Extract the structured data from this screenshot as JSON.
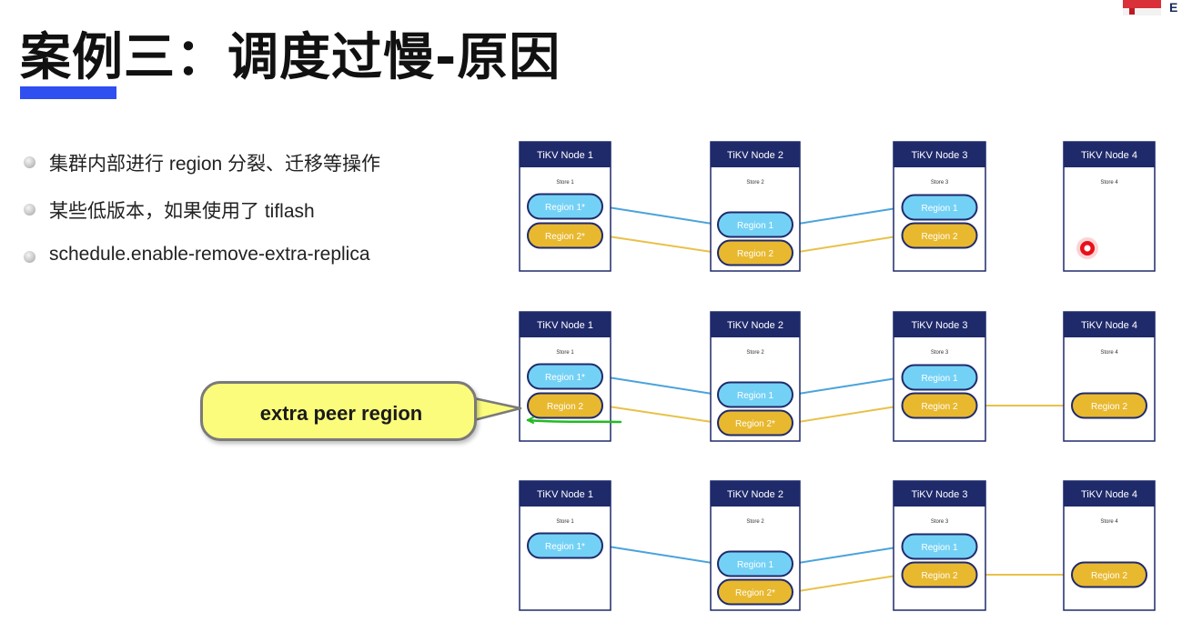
{
  "title": "案例三：调度过慢-原因",
  "bullets": [
    "集群内部进行 region 分裂、迁移等操作",
    "某些低版本，如果使用了 tiflash",
    "schedule.enable-remove-extra-replica"
  ],
  "callout": "extra peer region",
  "corner_letter": "E",
  "colors": {
    "accent_bar": "#2f4ff0",
    "node_header": "#1f2a6b",
    "region_blue": "#74d1f6",
    "region_gold": "#e8b82f",
    "line_blue": "#4aa3db",
    "line_gold": "#e8c14a",
    "callout_fill": "#fbfc7c",
    "marker_red": "#e8101a",
    "underline_green": "#22bb22"
  },
  "diagram": {
    "rows": [
      {
        "nodes": [
          {
            "title": "TiKV Node 1",
            "store": "Store 1",
            "regions": [
              {
                "label": "Region 1*",
                "color": "blue",
                "slot": 0
              },
              {
                "label": "Region 2*",
                "color": "gold",
                "slot": 1
              }
            ]
          },
          {
            "title": "TiKV Node 2",
            "store": "Store 2",
            "regions": [
              {
                "label": "Region 1",
                "color": "blue",
                "slot": 0
              },
              {
                "label": "Region 2",
                "color": "gold",
                "slot": 1
              }
            ]
          },
          {
            "title": "TiKV Node 3",
            "store": "Store 3",
            "regions": [
              {
                "label": "Region 1",
                "color": "blue",
                "slot": 0
              },
              {
                "label": "Region 2",
                "color": "gold",
                "slot": 1
              }
            ]
          },
          {
            "title": "TiKV Node 4",
            "store": "Store 4",
            "regions": []
          }
        ],
        "links": [
          {
            "color": "blue",
            "from": [
              0,
              0
            ],
            "to": [
              1,
              0
            ]
          },
          {
            "color": "blue",
            "from": [
              1,
              0
            ],
            "to": [
              2,
              0
            ]
          },
          {
            "color": "gold",
            "from": [
              0,
              1
            ],
            "to": [
              1,
              1
            ]
          },
          {
            "color": "gold",
            "from": [
              1,
              1
            ],
            "to": [
              2,
              1
            ]
          }
        ],
        "marker": true
      },
      {
        "nodes": [
          {
            "title": "TiKV Node 1",
            "store": "Store 1",
            "regions": [
              {
                "label": "Region 1*",
                "color": "blue",
                "slot": 0
              },
              {
                "label": "Region 2",
                "color": "gold",
                "slot": 1
              }
            ]
          },
          {
            "title": "TiKV Node 2",
            "store": "Store 2",
            "regions": [
              {
                "label": "Region 1",
                "color": "blue",
                "slot": 0
              },
              {
                "label": "Region 2*",
                "color": "gold",
                "slot": 1
              }
            ]
          },
          {
            "title": "TiKV Node 3",
            "store": "Store 3",
            "regions": [
              {
                "label": "Region 1",
                "color": "blue",
                "slot": 0
              },
              {
                "label": "Region 2",
                "color": "gold",
                "slot": 1
              }
            ]
          },
          {
            "title": "TiKV Node 4",
            "store": "Store 4",
            "regions": [
              {
                "label": "Region 2",
                "color": "gold",
                "slot": 1
              }
            ]
          }
        ],
        "links": [
          {
            "color": "blue",
            "from": [
              0,
              0
            ],
            "to": [
              1,
              0
            ]
          },
          {
            "color": "blue",
            "from": [
              1,
              0
            ],
            "to": [
              2,
              0
            ]
          },
          {
            "color": "gold",
            "from": [
              0,
              1
            ],
            "to": [
              1,
              1
            ]
          },
          {
            "color": "gold",
            "from": [
              1,
              1
            ],
            "to": [
              2,
              1
            ]
          },
          {
            "color": "gold",
            "from": [
              2,
              1
            ],
            "to": [
              3,
              1
            ]
          }
        ],
        "marker": false
      },
      {
        "nodes": [
          {
            "title": "TiKV Node 1",
            "store": "Store 1",
            "regions": [
              {
                "label": "Region 1*",
                "color": "blue",
                "slot": 0
              }
            ]
          },
          {
            "title": "TiKV Node 2",
            "store": "Store 2",
            "regions": [
              {
                "label": "Region 1",
                "color": "blue",
                "slot": 0
              },
              {
                "label": "Region 2*",
                "color": "gold",
                "slot": 1
              }
            ]
          },
          {
            "title": "TiKV Node 3",
            "store": "Store 3",
            "regions": [
              {
                "label": "Region 1",
                "color": "blue",
                "slot": 0
              },
              {
                "label": "Region 2",
                "color": "gold",
                "slot": 1
              }
            ]
          },
          {
            "title": "TiKV Node 4",
            "store": "Store 4",
            "regions": [
              {
                "label": "Region 2",
                "color": "gold",
                "slot": 1
              }
            ]
          }
        ],
        "links": [
          {
            "color": "blue",
            "from": [
              0,
              0
            ],
            "to": [
              1,
              0
            ]
          },
          {
            "color": "blue",
            "from": [
              1,
              0
            ],
            "to": [
              2,
              0
            ]
          },
          {
            "color": "gold",
            "from": [
              1,
              1
            ],
            "to": [
              2,
              1
            ]
          },
          {
            "color": "gold",
            "from": [
              2,
              1
            ],
            "to": [
              3,
              1
            ]
          }
        ],
        "marker": false
      }
    ]
  }
}
